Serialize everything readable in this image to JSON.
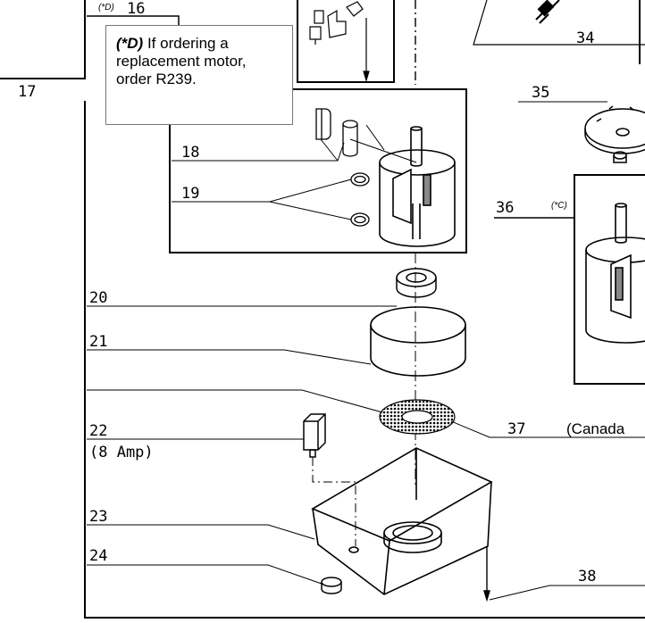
{
  "note": {
    "code": "(*D)",
    "text": "If ordering a replacement motor, order R239."
  },
  "parts": {
    "p16": {
      "number": "16",
      "ref": "(*D)"
    },
    "p17": "17",
    "p18": "18",
    "p19": "19",
    "p20": "20",
    "p21": "21",
    "p22": {
      "number": "22",
      "rating": "(8 Amp)"
    },
    "p23": "23",
    "p24": "24",
    "p34": "34",
    "p35": "35",
    "p36": {
      "number": "36",
      "ref": "(*C)"
    },
    "p37": {
      "number": "37",
      "region": "(Canada"
    },
    "p38": "38"
  }
}
